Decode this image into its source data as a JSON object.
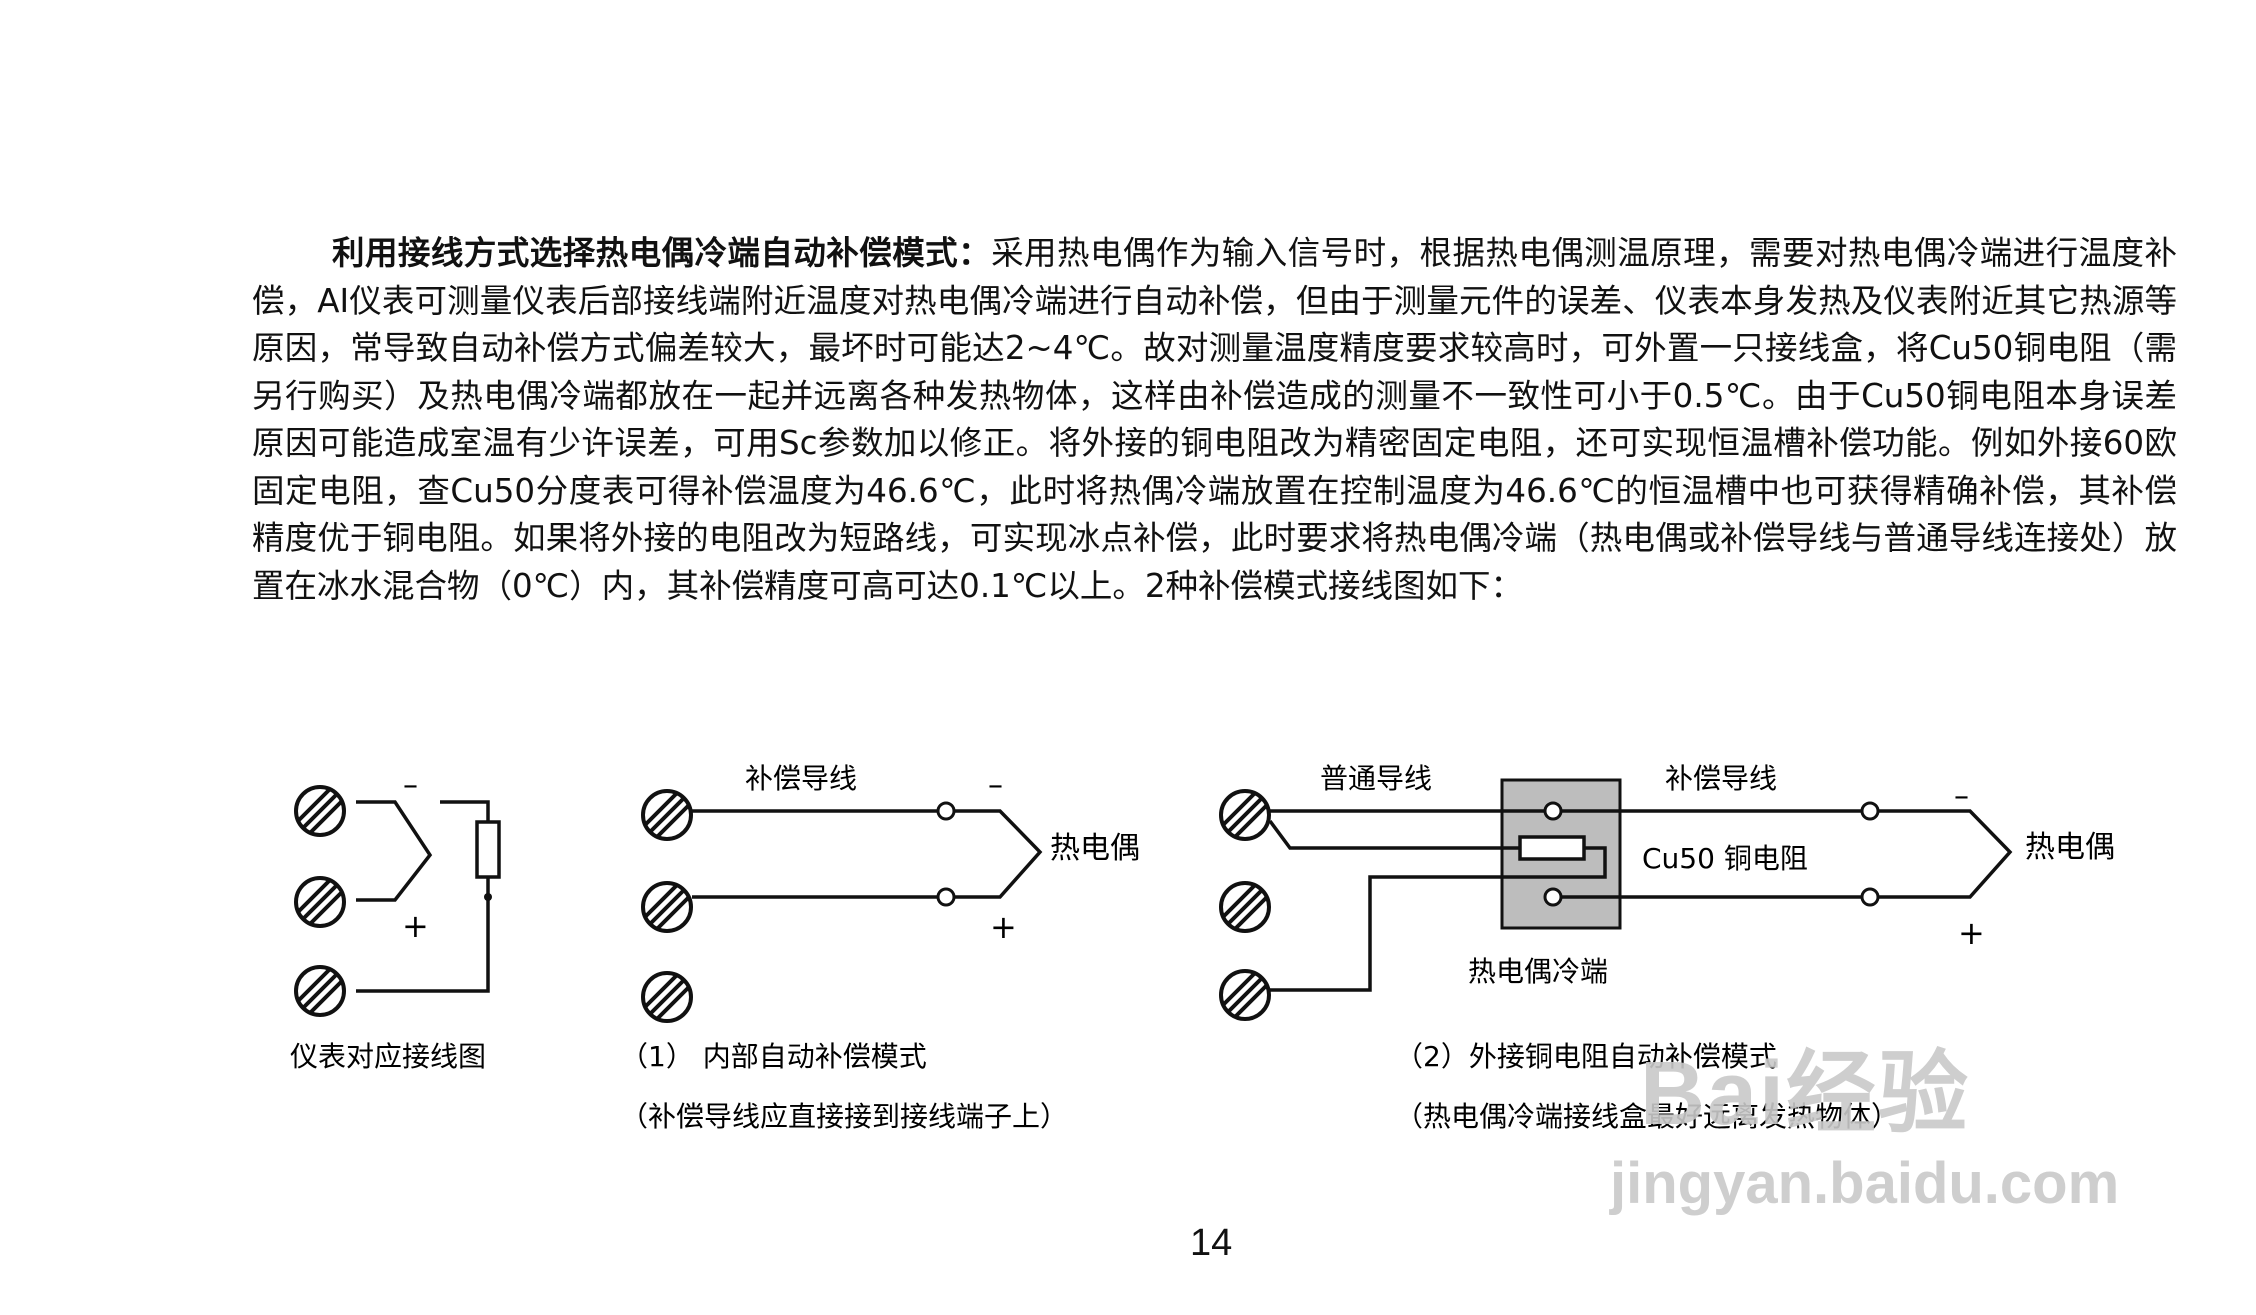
{
  "paragraph": {
    "lead": "利用接线方式选择热电偶冷端自动补偿模式：",
    "body": "采用热电偶作为输入信号时，根据热电偶测温原理，需要对热电偶冷端进行温度补偿，AI仪表可测量仪表后部接线端附近温度对热电偶冷端进行自动补偿，但由于测量元件的误差、仪表本身发热及仪表附近其它热源等原因，常导致自动补偿方式偏差较大，最坏时可能达2~4℃。故对测量温度精度要求较高时，可外置一只接线盒，将Cu50铜电阻（需另行购买）及热电偶冷端都放在一起并远离各种发热物体，这样由补偿造成的测量不一致性可小于0.5℃。由于Cu50铜电阻本身误差原因可能造成室温有少许误差，可用Sc参数加以修正。将外接的铜电阻改为精密固定电阻，还可实现恒温槽补偿功能。例如外接60欧固定电阻，查Cu50分度表可得补偿温度为46.6℃，此时将热偶冷端放置在控制温度为46.6℃的恒温槽中也可获得精确补偿，其补偿精度优于铜电阻。如果将外接的电阻改为短路线，可实现冰点补偿，此时要求将热电偶冷端（热电偶或补偿导线与普通导线连接处）放置在冰水混合物（0℃）内，其补偿精度可高可达0.1℃以上。2种补偿模式接线图如下："
  },
  "diagram1": {
    "minus": "–",
    "plus": "+",
    "caption": "仪表对应接线图"
  },
  "diagram2": {
    "wire_label": "补偿导线",
    "minus": "–",
    "plus": "+",
    "device_label": "热电偶",
    "caption_line1": "（1）  内部自动补偿模式",
    "caption_line2": "（补偿导线应直接接到接线端子上）"
  },
  "diagram3": {
    "normal_wire_label": "普通导线",
    "comp_wire_label": "补偿导线",
    "resistor_label": "Cu50 铜电阻",
    "cold_end_label": "热电偶冷端",
    "device_label": "热电偶",
    "minus": "–",
    "plus": "+",
    "caption_line1": "（2）外接铜电阻自动补偿模式",
    "caption_line2": "（热电偶冷端接线盒最好远离发热物体）"
  },
  "page_number": "14",
  "watermark": {
    "brand": "Bai经验",
    "url": "jingyan.baidu.com"
  },
  "colors": {
    "box_fill": "#bdbdbd",
    "line": "#111111",
    "watermark": "#c9c9c9"
  }
}
